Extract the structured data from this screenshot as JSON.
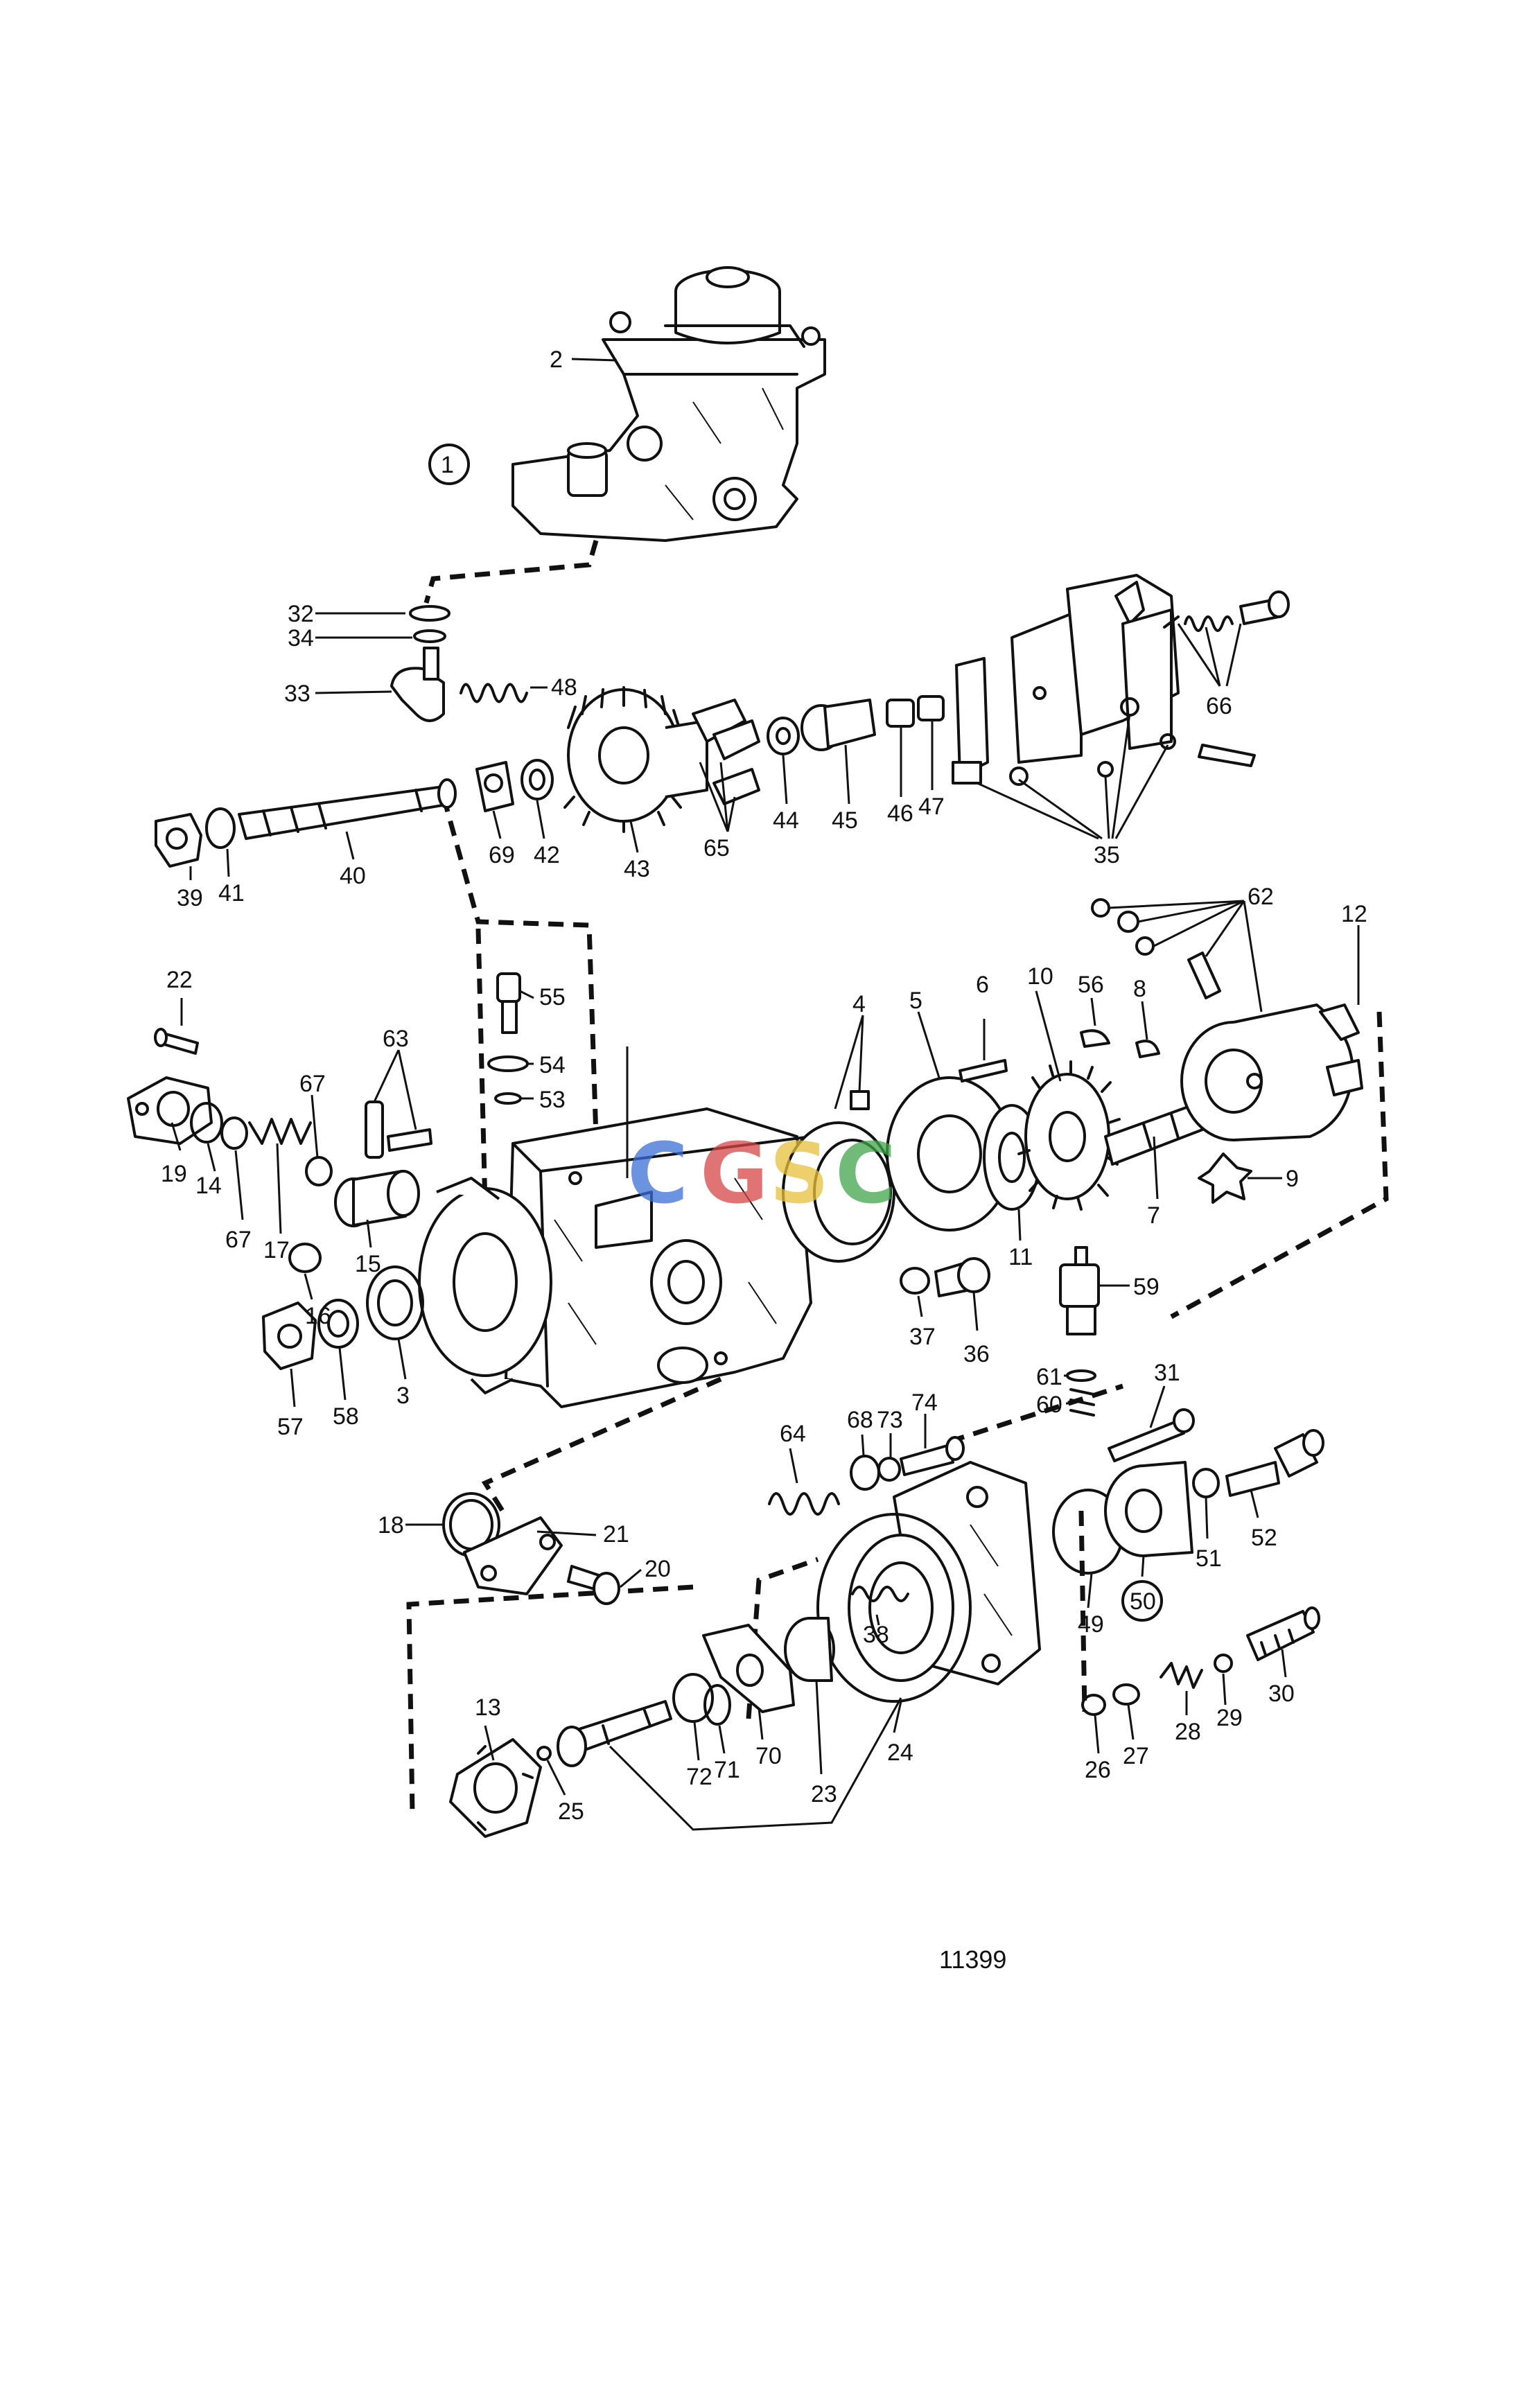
{
  "figure_number": "11399",
  "watermark": {
    "letters": [
      {
        "char": "C",
        "color": "#3b6fd6"
      },
      {
        "char": "G",
        "color": "#d64545"
      },
      {
        "char": "S",
        "color": "#e8c03a"
      },
      {
        "char": "C",
        "color": "#3fa54a"
      }
    ]
  },
  "callouts": {
    "c1": "1",
    "c2": "2",
    "c3": "3",
    "c4": "4",
    "c5": "5",
    "c6": "6",
    "c7": "7",
    "c8": "8",
    "c9": "9",
    "c10": "10",
    "c11": "11",
    "c12": "12",
    "c13": "13",
    "c14": "14",
    "c15": "15",
    "c16": "16",
    "c17": "17",
    "c18": "18",
    "c19": "19",
    "c20": "20",
    "c21": "21",
    "c22": "22",
    "c23": "23",
    "c24": "24",
    "c25": "25",
    "c26": "26",
    "c27": "27",
    "c28": "28",
    "c29": "29",
    "c30": "30",
    "c31": "31",
    "c32": "32",
    "c33": "33",
    "c34": "34",
    "c35": "35",
    "c36": "36",
    "c37": "37",
    "c38": "38",
    "c39": "39",
    "c40": "40",
    "c41": "41",
    "c42": "42",
    "c43": "43",
    "c44": "44",
    "c45": "45",
    "c46": "46",
    "c47": "47",
    "c48": "48",
    "c49": "49",
    "c50": "50",
    "c51": "51",
    "c52": "52",
    "c53": "53",
    "c54": "54",
    "c55": "55",
    "c56": "56",
    "c57": "57",
    "c58": "58",
    "c59": "59",
    "c60": "60",
    "c61": "61",
    "c62": "62",
    "c63": "63",
    "c64": "64",
    "c65": "65",
    "c66": "66",
    "c67a": "67",
    "c67b": "67",
    "c68": "68",
    "c69": "69",
    "c70": "70",
    "c71": "71",
    "c72": "72",
    "c73": "73",
    "c74": "74"
  }
}
